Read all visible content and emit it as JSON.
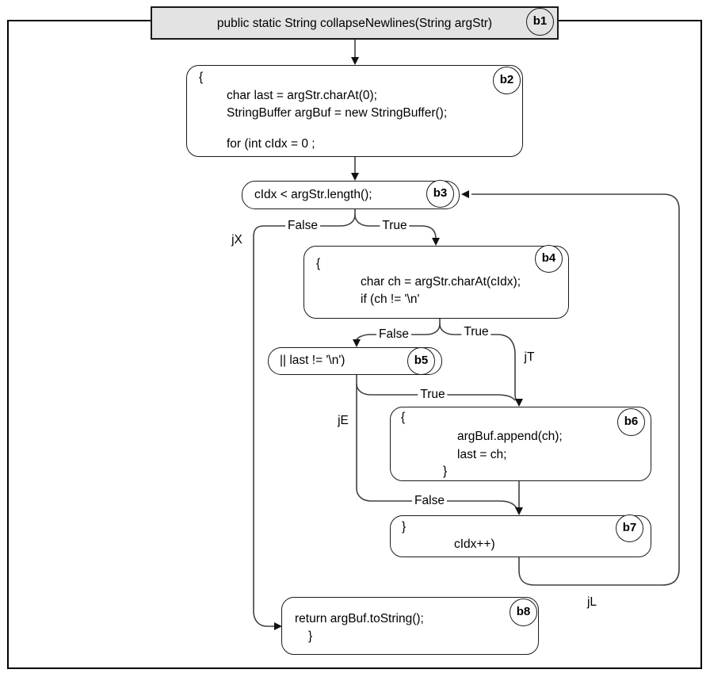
{
  "diagram_name": "collapseNewlines control-flow graph",
  "nodes": {
    "b1": {
      "badge": "b1",
      "line1": "public static String collapseNewlines(String argStr)"
    },
    "b2": {
      "badge": "b2",
      "line1": "{",
      "line2": "char last = argStr.charAt(0);",
      "line3": "StringBuffer argBuf = new StringBuffer();",
      "line4": "for (int cIdx = 0 ;"
    },
    "b3": {
      "badge": "b3",
      "line1": "cIdx < argStr.length();"
    },
    "b4": {
      "badge": "b4",
      "line1": "{",
      "line2": "char ch = argStr.charAt(cIdx);",
      "line3": "if (ch != '\\n'"
    },
    "b5": {
      "badge": "b5",
      "line1": "|| last != '\\n')"
    },
    "b6": {
      "badge": "b6",
      "line1": "{",
      "line2": "argBuf.append(ch);",
      "line3": "last = ch;",
      "line4": "}"
    },
    "b7": {
      "badge": "b7",
      "line1": "}",
      "line2": "cIdx++)"
    },
    "b8": {
      "badge": "b8",
      "line1": "return argBuf.toString();",
      "line2": "}"
    }
  },
  "labels": {
    "b3_false": "False",
    "b3_true": "True",
    "jx": "jX",
    "b4_false": "False",
    "b4_true": "True",
    "jt": "jT",
    "b5_true": "True",
    "je": "jE",
    "je_false": "False",
    "jl": "jL"
  },
  "colors": {
    "edge": "#404040",
    "border": "#1a1a1a",
    "entry_fill": "#e3e3e3"
  }
}
